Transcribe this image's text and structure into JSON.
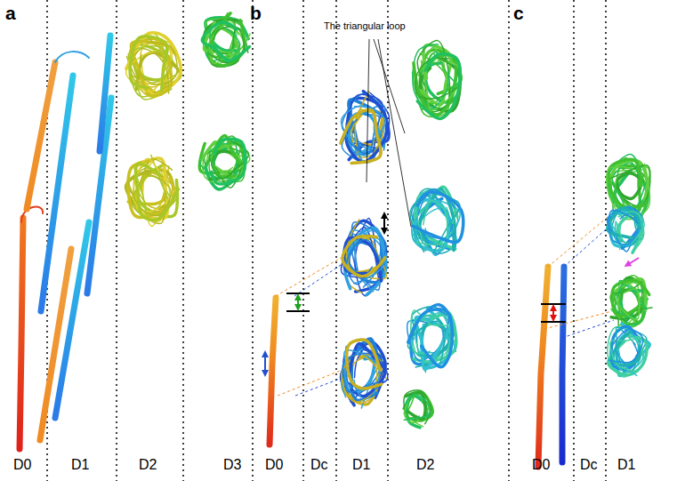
{
  "diagram": {
    "labels": [
      "a",
      "b",
      "c",
      "The triangular loop",
      "D0",
      "D1",
      "D2",
      "D3",
      "D0",
      "Dc",
      "D1",
      "D2",
      "D0",
      "Dc",
      "D1"
    ]
  }
}
